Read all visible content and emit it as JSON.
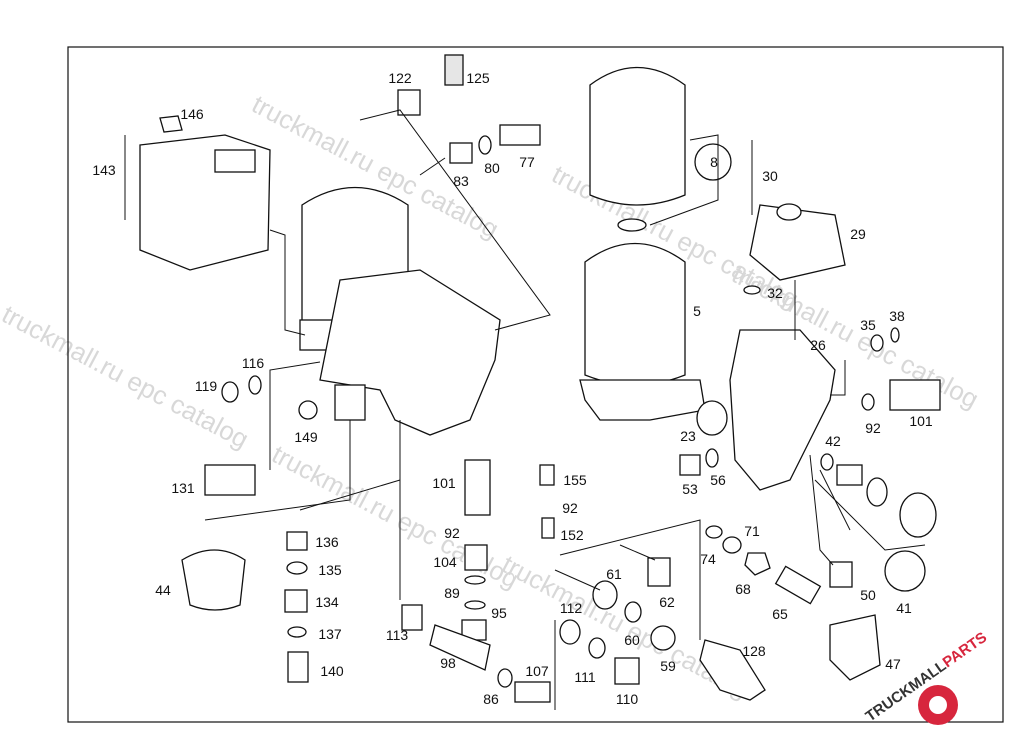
{
  "watermark": "truckmall.ru epc catalog",
  "logo": {
    "text_dark": "TRUCKMALL",
    "text_accent": "PARTS",
    "accent_color": "#d7263d"
  },
  "callouts": [
    "122",
    "125",
    "146",
    "143",
    "83",
    "80",
    "77",
    "8",
    "30",
    "29",
    "32",
    "5",
    "35",
    "38",
    "26",
    "116",
    "119",
    "149",
    "23",
    "92",
    "101",
    "42",
    "131",
    "101",
    "155",
    "92",
    "53",
    "56",
    "92",
    "152",
    "136",
    "71",
    "74",
    "104",
    "44",
    "135",
    "61",
    "68",
    "89",
    "134",
    "62",
    "65",
    "50",
    "41",
    "95",
    "112",
    "137",
    "113",
    "60",
    "128",
    "98",
    "140",
    "59",
    "107",
    "111",
    "47",
    "110",
    "86"
  ]
}
